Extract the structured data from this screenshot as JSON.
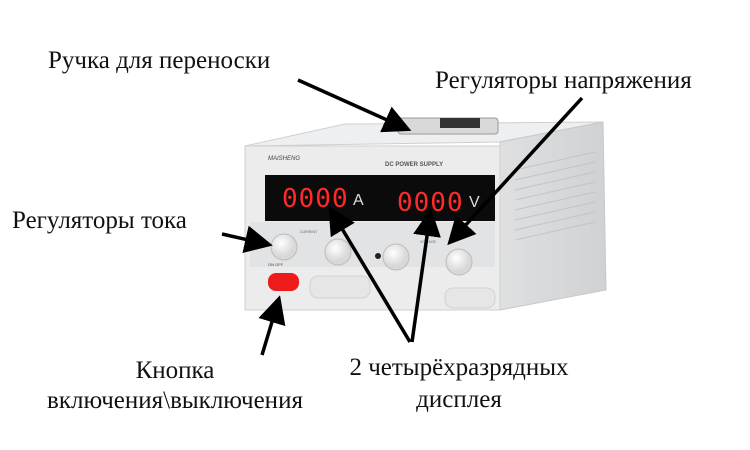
{
  "labels": {
    "handle": "Ручка для переноски",
    "voltage_regulators": "Регуляторы напряжения",
    "current_regulators": "Регуляторы тока",
    "power_button_line1": "Кнопка",
    "power_button_line2": "включения\\выключения",
    "displays_line1": "2 четырёхразрядных",
    "displays_line2": "дисплея"
  },
  "device": {
    "brand": "MAISHENG",
    "model_text": "DC POWER SUPPLY",
    "current_display": "0000",
    "current_unit": "A",
    "voltage_display": "0000",
    "voltage_unit": "V",
    "current_group_label": "CURRENT",
    "voltage_group_label": "VOLTAGE",
    "power_switch_label": "ON  OFF"
  },
  "colors": {
    "display_digits": "#ff2a2a",
    "power_button": "#ee1b1b",
    "body": "#e9eaea"
  }
}
